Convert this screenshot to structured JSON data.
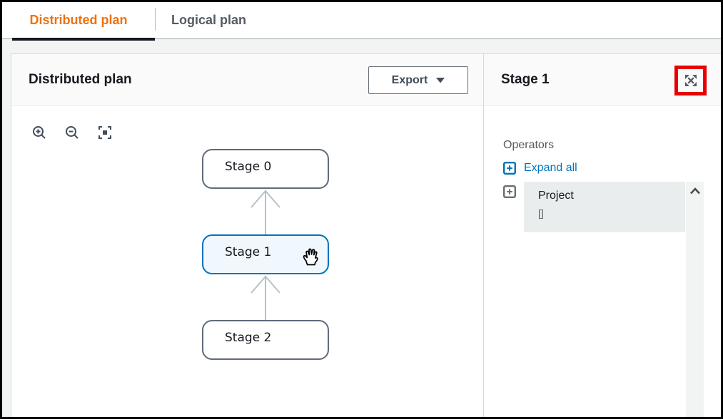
{
  "tabs": {
    "items": [
      {
        "label": "Distributed plan",
        "active": true
      },
      {
        "label": "Logical plan",
        "active": false
      }
    ]
  },
  "plan_panel": {
    "title": "Distributed plan",
    "export_button": {
      "label": "Export"
    },
    "toolbar_icons": [
      "zoom-in",
      "zoom-out",
      "fit-view"
    ]
  },
  "diagram": {
    "nodes": [
      {
        "label": "Stage 0",
        "selected": false
      },
      {
        "label": "Stage 1",
        "selected": true
      },
      {
        "label": "Stage 2",
        "selected": false
      }
    ],
    "edges": [
      {
        "from": "Stage 1",
        "to": "Stage 0"
      },
      {
        "from": "Stage 2",
        "to": "Stage 1"
      }
    ],
    "cursor": "grab-hand over Stage 1"
  },
  "stage_panel": {
    "title": "Stage 1",
    "fullscreen_icon": "expand-arrows-icon",
    "annotation": "red highlight box around fullscreen icon",
    "operators_label": "Operators",
    "expand_all_label": "Expand all",
    "operators": [
      {
        "name": "Project",
        "args": "[]"
      }
    ]
  },
  "colors": {
    "accent_orange": "#ec7211",
    "link_blue": "#0073bb",
    "selected_node_border": "#0073bb",
    "selected_node_fill": "#f1f8fd",
    "node_border": "#5f6b7a",
    "edge_gray": "#b7c0c7",
    "annotation_red": "#e80000",
    "header_bg": "#fafafa",
    "panel_divider": "#d5dbdb",
    "text_dark": "#16191f",
    "text_gray": "#545b64",
    "operator_panel_bg": "#eaeded",
    "scrollbar_track": "#f2f3f3"
  }
}
